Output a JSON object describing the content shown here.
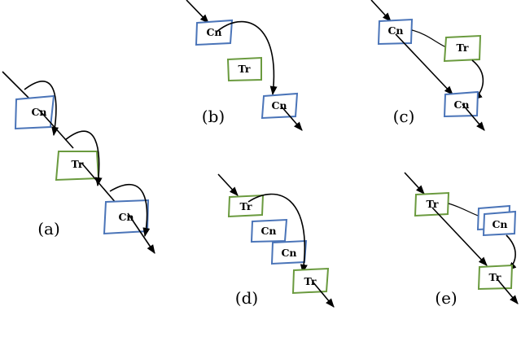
{
  "labels": {
    "cn": "Cn",
    "tr": "Tr"
  },
  "captions": {
    "a": "(a)",
    "b": "(b)",
    "c": "(c)",
    "d": "(d)",
    "e": "(e)"
  },
  "colors": {
    "cn_border": "#4a74b8",
    "tr_border": "#6a9a3e",
    "arrow": "#000000"
  }
}
